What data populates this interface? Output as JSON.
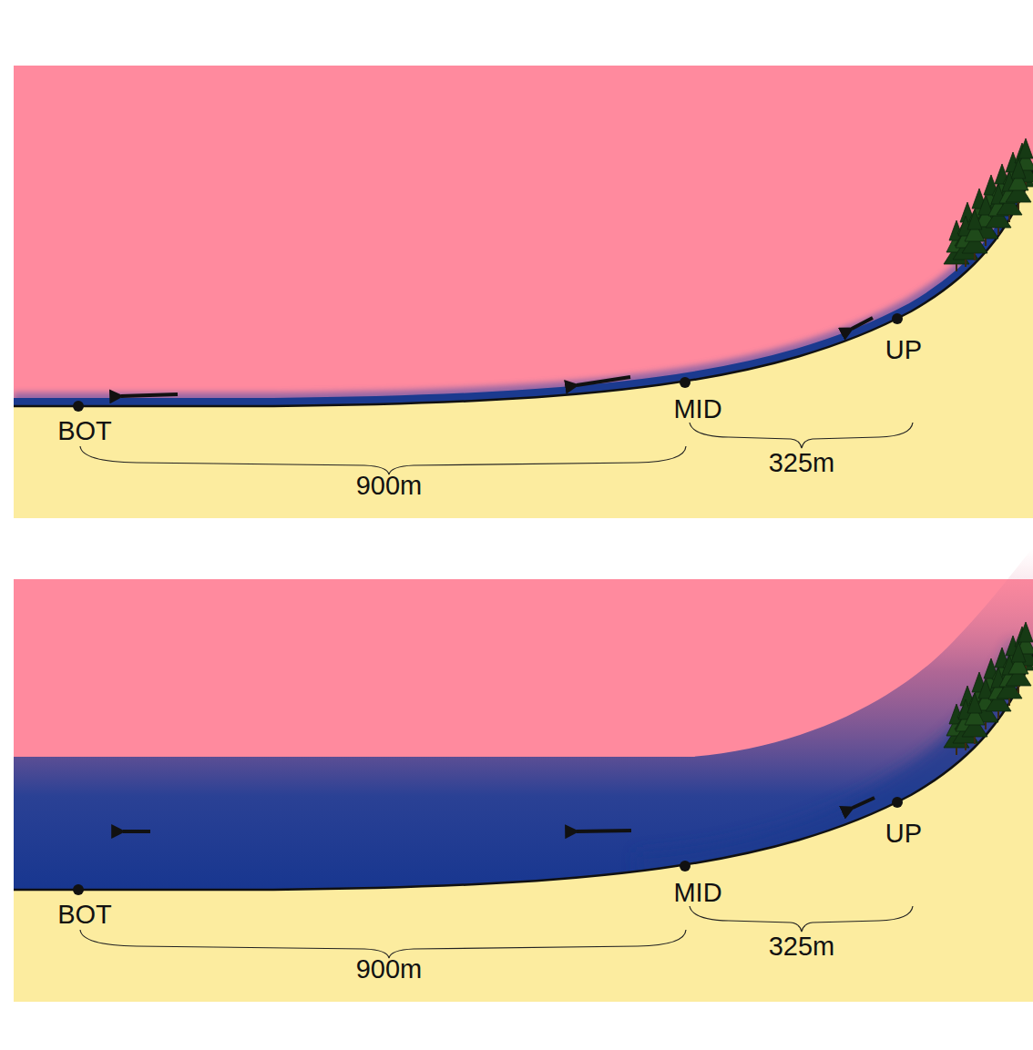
{
  "diagram": {
    "labels": [
      "BOT",
      "MID",
      "UP",
      "900m",
      "325m",
      "BOT",
      "MID",
      "UP",
      "900m",
      "325m"
    ]
  }
}
